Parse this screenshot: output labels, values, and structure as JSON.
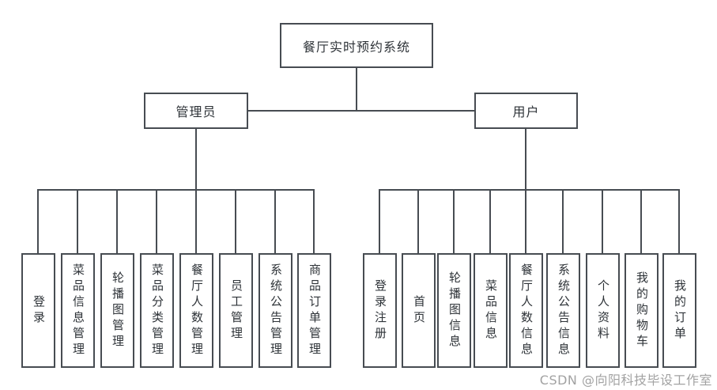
{
  "diagram": {
    "title": "餐厅实时预约系统",
    "root": "餐厅实时预约系统",
    "branches": [
      {
        "label": "管理员",
        "children": [
          "登录",
          "菜品信息管理",
          "轮播图管理",
          "菜品分类管理",
          "餐厅人数管理",
          "员工管理",
          "系统公告管理",
          "商品订单管理"
        ]
      },
      {
        "label": "用户",
        "children": [
          "登录注册",
          "首页",
          "轮播图信息",
          "菜品信息",
          "餐厅人数信息",
          "系统公告信息",
          "个人资料",
          "我的购物车",
          "我的订单"
        ]
      }
    ],
    "colors": {
      "border": "#474c52",
      "line": "#474c52",
      "text": "#2e3338",
      "background": "#ffffff",
      "watermark": "#a2a2a2"
    }
  },
  "watermark": "CSDN @向阳科技毕设工作室"
}
